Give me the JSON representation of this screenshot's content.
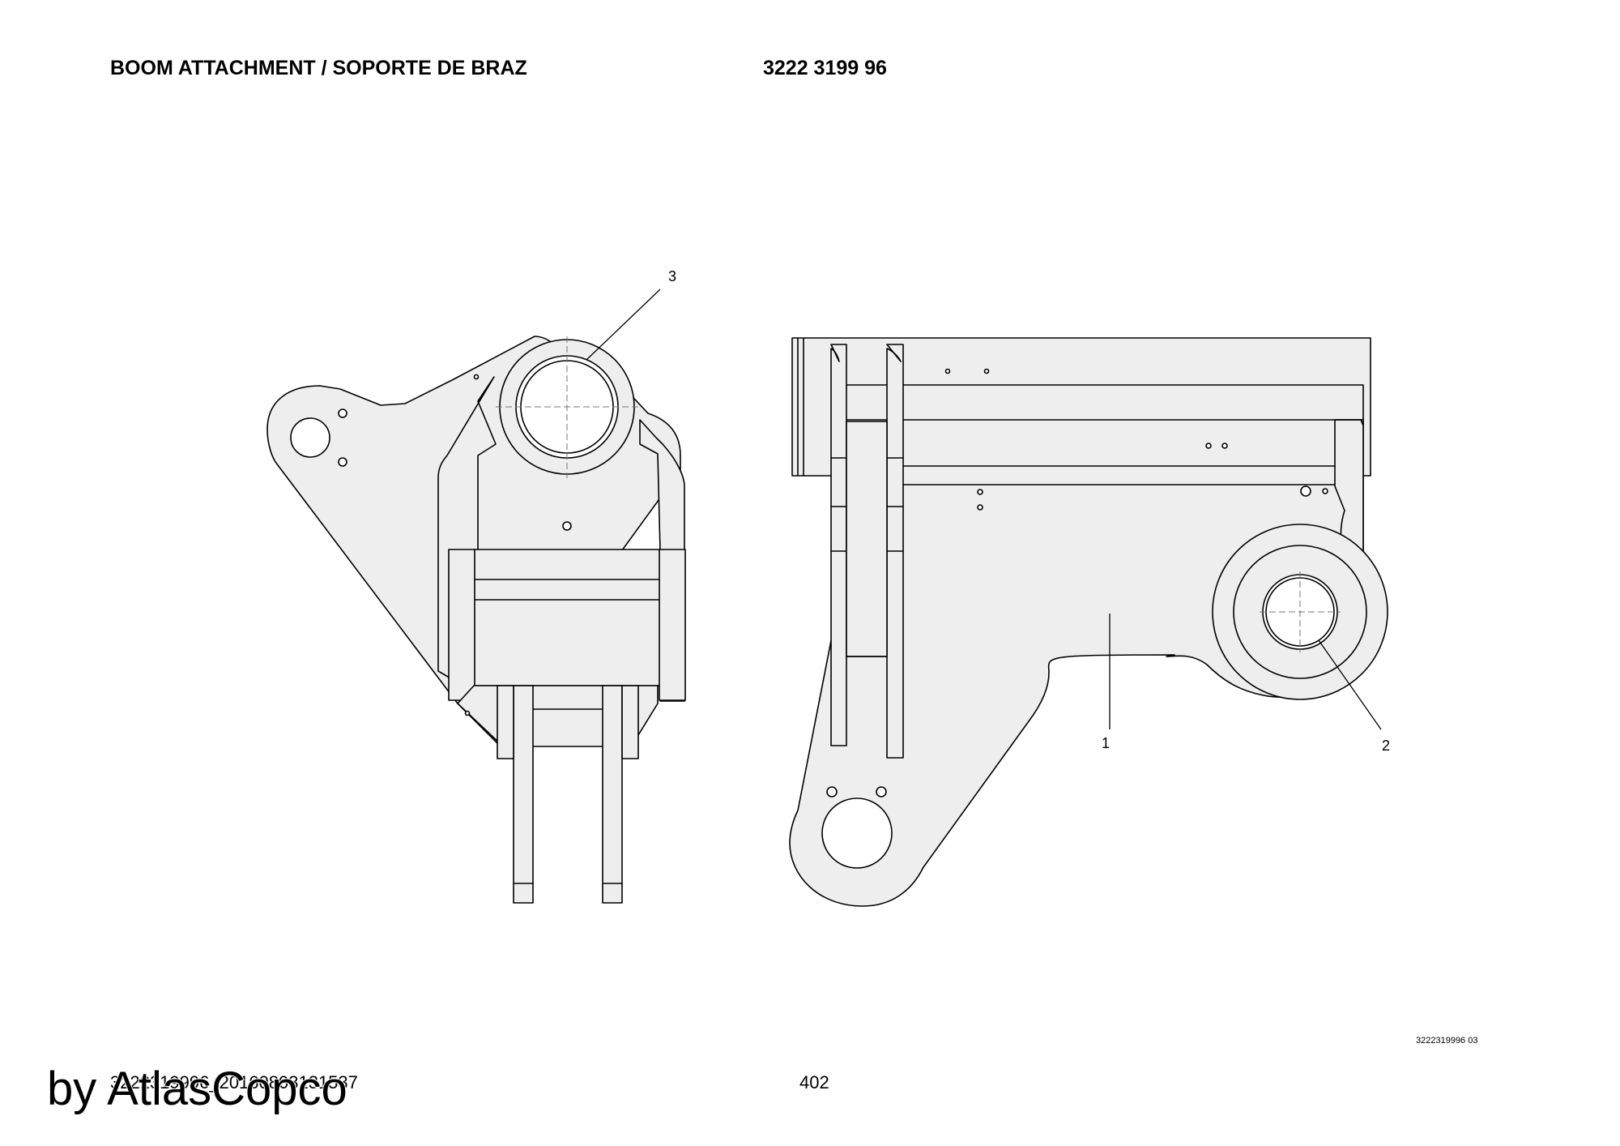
{
  "header": {
    "title": "BOOM ATTACHMENT / SOPORTE DE BRAZ",
    "part_number": "3222 3199 96"
  },
  "callouts": [
    {
      "number": "1"
    },
    {
      "number": "2"
    },
    {
      "number": "3"
    }
  ],
  "footer": {
    "doc_id": "3222319996_20160803131537",
    "page": "402",
    "figure_ref": "3222319996 03"
  },
  "watermark": "by AtlasCopco",
  "colors": {
    "part_fill": "#eeeeee",
    "line": "#000000",
    "background": "#ffffff"
  }
}
